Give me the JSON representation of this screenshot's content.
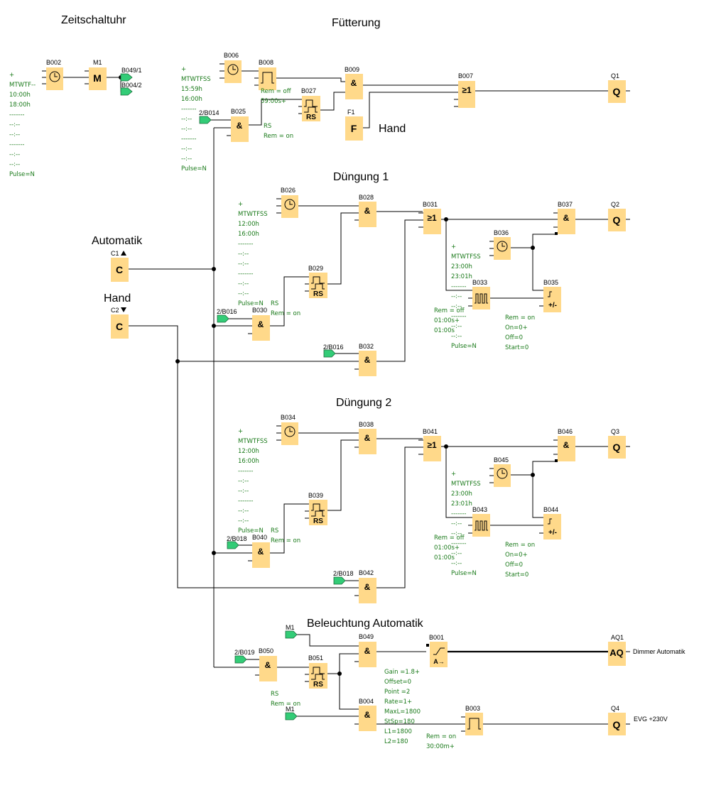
{
  "titles": {
    "zeit": "Zeitschaltuhr",
    "fuett": "Fütterung",
    "dueng1": "Düngung 1",
    "dueng2": "Düngung 2",
    "beleucht": "Beleuchtung Automatik",
    "automatik": "Automatik",
    "hand_c": "Hand",
    "hand_f": "Hand"
  },
  "blocks": {
    "B002": "B002",
    "M1": "M1",
    "B006": "B006",
    "B008": "B008",
    "B009": "B009",
    "B007": "B007",
    "Q1": "Q1",
    "B027": "B027",
    "F1": "F1",
    "B025": "B025",
    "B026": "B026",
    "B028": "B028",
    "B031": "B031",
    "B037": "B037",
    "Q2": "Q2",
    "B036": "B036",
    "B029": "B029",
    "B033": "B033",
    "B035": "B035",
    "B030": "B030",
    "B032": "B032",
    "C1": "C1",
    "C2": "C2",
    "B034": "B034",
    "B038": "B038",
    "B041": "B041",
    "B046": "B046",
    "Q3": "Q3",
    "B045": "B045",
    "B039": "B039",
    "B043": "B043",
    "B044": "B044",
    "B040": "B040",
    "B042": "B042",
    "B049": "B049",
    "B001": "B001",
    "AQ1": "AQ1",
    "B050": "B050",
    "B051": "B051",
    "B004": "B004",
    "B003": "B003",
    "Q4": "Q4"
  },
  "symbols": {
    "and": "&",
    "or": "≥1",
    "out": "Q",
    "mem": "M",
    "rs": "RS",
    "fn": "F",
    "cnt": "C",
    "updown": "+/-",
    "aq": "AQ",
    "analog": "A→"
  },
  "connectors": {
    "b049_1": "B049/1",
    "b004_2": "B004/2",
    "b014": "2/B014",
    "b016a": "2/B016",
    "b016b": "2/B016",
    "b018a": "2/B018",
    "b018b": "2/B018",
    "b019": "2/B019",
    "m1a": "M1",
    "m1b": "M1"
  },
  "params": {
    "zeit": [
      "+",
      "MTWTF--",
      "10:00h",
      "18:00h",
      "-------",
      "--:--",
      "--:--",
      "-------",
      "--:--",
      "--:--",
      "Pulse=N"
    ],
    "b006": [
      "+",
      "MTWTFSS",
      "15:59h",
      "16:00h",
      "-------",
      "--:--",
      "--:--",
      "-------",
      "--:--",
      "--:--",
      "Pulse=N"
    ],
    "b008": [
      "Rem = off",
      "59:00s+"
    ],
    "b027": [
      "RS",
      "Rem = on"
    ],
    "b026": [
      "+",
      "MTWTFSS",
      "12:00h",
      "16:00h",
      "-------",
      "--:--",
      "--:--",
      "-------",
      "--:--",
      "--:--",
      "Pulse=N"
    ],
    "b029": [
      "RS",
      "Rem = on"
    ],
    "b036": [
      "+",
      "MTWTFSS",
      "23:00h",
      "23:01h",
      "-------",
      "--:--",
      "--:--",
      "-------",
      "--:--",
      "--:--",
      "Pulse=N"
    ],
    "b033": [
      "Rem = off",
      "01:00s+",
      "01:00s"
    ],
    "b035": [
      "Rem = on",
      "On=0+",
      "Off=0",
      "Start=0"
    ],
    "b034": [
      "+",
      "MTWTFSS",
      "12:00h",
      "16:00h",
      "-------",
      "--:--",
      "--:--",
      "-------",
      "--:--",
      "--:--",
      "Pulse=N"
    ],
    "b039": [
      "RS",
      "Rem = on"
    ],
    "b045": [
      "+",
      "MTWTFSS",
      "23:00h",
      "23:01h",
      "-------",
      "--:--",
      "--:--",
      "-------",
      "--:--",
      "--:--",
      "Pulse=N"
    ],
    "b043": [
      "Rem = off",
      "01:00s+",
      "01:00s"
    ],
    "b044": [
      "Rem = on",
      "On=0+",
      "Off=0",
      "Start=0"
    ],
    "b051": [
      "RS",
      "Rem = on"
    ],
    "b001": [
      "Gain  =1.8+",
      "Offset=0",
      "Point =2",
      "Rate=1+",
      "MaxL=1800",
      "StSp=180",
      "L1=1800",
      "L2=180"
    ],
    "b003": [
      "Rem = on",
      "30:00m+"
    ]
  },
  "outputs": {
    "aq1": "Dimmer Automatik",
    "q4": "EVG +230V"
  },
  "icons": {
    "clock": "clock-icon",
    "pulse": "pulse-icon",
    "rs": "rs-flipflop-icon",
    "clockgen": "pulse-generator-icon",
    "updown": "up-down-counter-icon",
    "analog": "analog-ramp-icon",
    "connector": "connector-flag-icon"
  },
  "colors": {
    "block": "#ffd98a",
    "param": "#1a7a1a",
    "connector": "#33cc77"
  }
}
